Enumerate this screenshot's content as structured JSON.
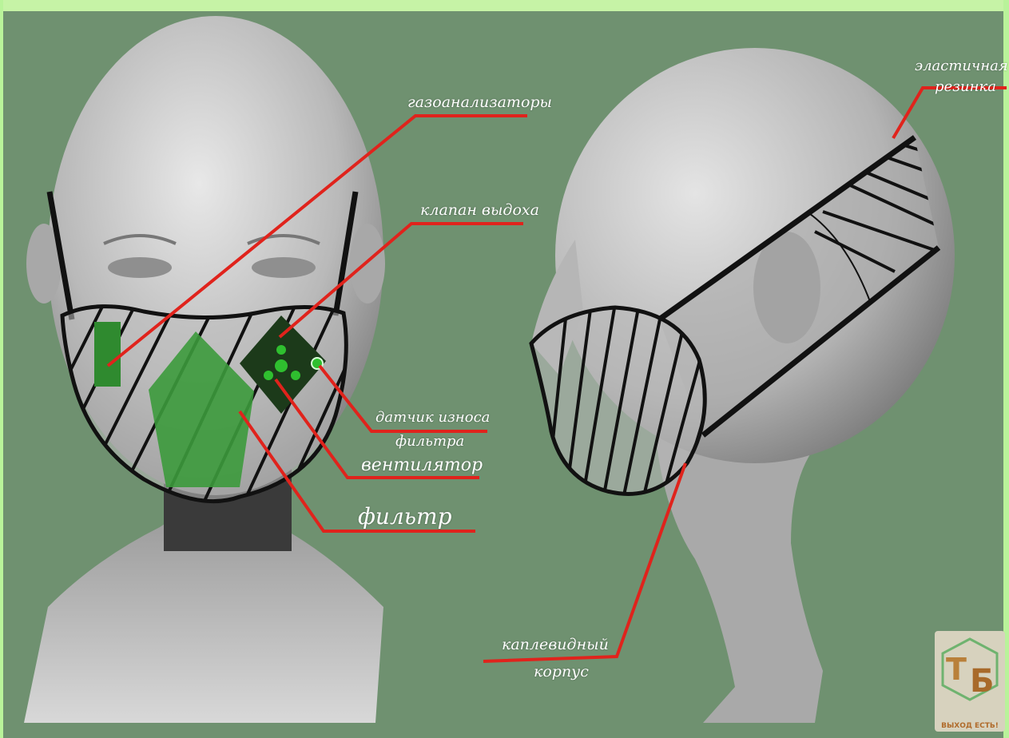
{
  "labels": {
    "gas_analyzers": "газоанализаторы",
    "exhale_valve": "клапан выдоха",
    "wear_sensor_line1": "датчик износа",
    "wear_sensor_line2": "фильтра",
    "fan": "вентилятор",
    "filter": "фильтр",
    "elastic_line1": "эластичная",
    "elastic_line2": "резинка",
    "body_line1": "каплевидный",
    "body_line2": "корпус"
  },
  "logo": {
    "letter_t": "Т",
    "letter_b": "Б",
    "caption": "ВЫХОД ЕСТЬ!"
  },
  "colors": {
    "background": "#6f9170",
    "leader_line": "#e0231c",
    "filter_green": "#3c9a3c",
    "valve_dark": "#1c3a1a",
    "fan_green": "#2fbf2f"
  }
}
